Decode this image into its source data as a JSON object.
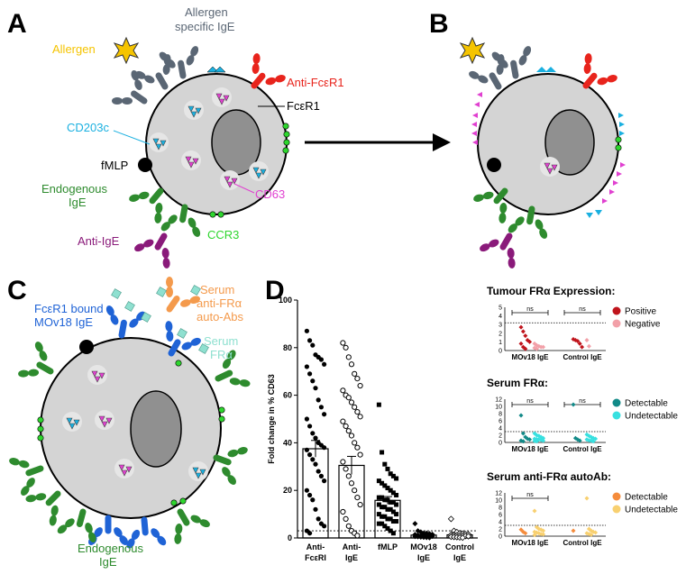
{
  "panels": {
    "a": "A",
    "b": "B",
    "c": "C",
    "d": "D"
  },
  "labels_a": {
    "allergen": "Allergen",
    "allergen_ige_1": "Allergen",
    "allergen_ige_2": "specific IgE",
    "anti_fcer1": "Anti-FcεR1",
    "fcer1": "FcεR1",
    "cd203c": "CD203c",
    "fmlp": "fMLP",
    "endo_ige_1": "Endogenous",
    "endo_ige_2": "IgE",
    "cd63": "CD63",
    "ccr3": "CCR3",
    "anti_ige": "Anti-IgE"
  },
  "labels_c": {
    "serum_auto_1": "Serum",
    "serum_auto_2": "anti-FRα",
    "serum_auto_3": "auto-Abs",
    "fcer1_bound_1": "FcεR1 bound",
    "fcer1_bound_2": "MOv18 IgE",
    "serum_fra_1": "Serum",
    "serum_fra_2": "FRα",
    "endo_ige_1": "Endogenous",
    "endo_ige_2": "IgE"
  },
  "colors": {
    "allergen": "#f5c400",
    "allergen_ige": "#5a6674",
    "anti_fcer1": "#e8241c",
    "cd203c": "#1ab0e0",
    "endogenous_ige": "#2e8b2e",
    "cd63": "#e040d0",
    "ccr3": "#2ed62e",
    "anti_ige": "#8a1a7a",
    "mov18": "#1f63d6",
    "serum_auto": "#f49a4c",
    "serum_fra": "#8fe0d0"
  },
  "chart_data": [
    {
      "type": "bar",
      "title": "",
      "ylabel": "Fold change in % CD63",
      "ylim": [
        0,
        100
      ],
      "yticks": [
        0,
        20,
        40,
        60,
        80,
        100
      ],
      "categories": [
        {
          "line1": "Anti-",
          "line2": "FcεRI"
        },
        {
          "line1": "Anti-",
          "line2": "IgE"
        },
        {
          "line1": "fMLP",
          "line2": ""
        },
        {
          "line1": "MOv18",
          "line2": "IgE"
        },
        {
          "line1": "Control",
          "line2": "IgE"
        }
      ],
      "means": [
        37.5,
        30.5,
        15.8,
        1.2,
        1.3
      ],
      "sem": [
        3.5,
        3.8,
        1.6,
        0.3,
        0.4
      ],
      "threshold": 3,
      "points": [
        [
          87,
          83,
          81,
          77,
          76,
          75,
          73,
          72,
          69,
          66,
          63,
          58,
          55,
          52,
          50,
          47,
          44,
          42,
          40,
          39,
          38,
          37,
          35,
          33,
          31,
          28,
          26,
          24,
          20,
          18,
          16,
          12,
          8,
          6,
          5,
          3,
          2
        ],
        [
          82,
          80,
          76,
          73,
          69,
          67,
          64,
          62,
          60,
          59,
          57,
          55,
          53,
          51,
          49,
          47,
          45,
          43,
          40,
          38,
          35,
          32,
          29,
          26,
          23,
          20,
          17,
          14,
          11,
          8,
          5,
          3,
          2,
          1
        ],
        [
          56,
          36,
          31,
          29,
          27,
          26,
          25,
          24,
          23,
          22,
          21,
          20,
          19,
          18,
          17,
          17,
          16,
          16,
          15,
          15,
          14,
          14,
          13,
          13,
          12,
          12,
          11,
          10,
          10,
          9,
          9,
          8,
          8,
          7,
          7,
          6,
          6,
          5,
          4,
          3,
          2
        ],
        [
          6,
          3,
          2.5,
          2,
          2,
          1.8,
          1.5,
          1.4,
          1.2,
          1,
          1,
          0.9,
          0.8,
          0.7,
          0.6,
          0.5,
          0.4,
          0.3,
          0.2,
          0.1
        ],
        [
          8,
          3,
          2.5,
          2,
          1.8,
          1.6,
          1.5,
          1.3,
          1.2,
          1.1,
          1,
          0.9,
          0.8,
          0.7,
          0.5,
          0.4,
          0.3,
          0.2,
          0.1
        ]
      ]
    },
    {
      "type": "scatter",
      "title": "Tumour FRα Expression:",
      "ylim": [
        0,
        5
      ],
      "yticks": [
        0,
        1,
        2,
        3,
        4,
        5
      ],
      "categories": [
        "MOv18 IgE",
        "Control IgE"
      ],
      "threshold": 3.2,
      "sig": [
        "ns",
        "ns"
      ],
      "series": [
        {
          "name": "Positive",
          "color": "#c0141c",
          "groups": [
            [
              2.7,
              2.2,
              1.7,
              1.2,
              1.0,
              0.8,
              0.4,
              0.2
            ],
            [
              1.3,
              1.2,
              1.1,
              0.8,
              0.4
            ]
          ]
        },
        {
          "name": "Negative",
          "color": "#f2a0a8",
          "groups": [
            [
              0.8,
              0.6,
              0.5,
              0.4,
              0.4,
              0.3,
              0.2
            ],
            [
              1.2,
              0.5
            ]
          ]
        }
      ]
    },
    {
      "type": "scatter",
      "title": "Serum FRα:",
      "ylim": [
        0,
        12
      ],
      "yticks": [
        0,
        2,
        4,
        6,
        8,
        10,
        12
      ],
      "categories": [
        "MOv18 IgE",
        "Control IgE"
      ],
      "threshold": 3,
      "sig": [
        "ns",
        "ns"
      ],
      "series": [
        {
          "name": "Detectable",
          "color": "#128a88",
          "groups": [
            [
              7.5,
              2.5,
              1.5,
              1,
              0.8,
              0.5,
              0.3
            ],
            [
              10.5,
              1.2,
              0.8,
              0.5
            ]
          ]
        },
        {
          "name": "Undetectable",
          "color": "#38e0e0",
          "groups": [
            [
              2.5,
              2,
              1.8,
              1.5,
              1.2,
              1,
              0.9,
              0.8,
              0.7,
              0.5,
              0.4,
              0.3
            ],
            [
              2.2,
              1.8,
              1.5,
              1.2,
              1,
              0.8,
              0.6,
              0.5,
              0.3
            ]
          ]
        }
      ]
    },
    {
      "type": "scatter",
      "title": "Serum anti-FRα autoAb:",
      "ylim": [
        0,
        12
      ],
      "yticks": [
        0,
        2,
        4,
        6,
        8,
        10,
        12
      ],
      "categories": [
        "MOv18 IgE",
        "Control IgE"
      ],
      "threshold": 3,
      "sig": [
        "ns"
      ],
      "series": [
        {
          "name": "Detectable",
          "color": "#f58c3c",
          "groups": [
            [
              1.8,
              1.2,
              0.8
            ],
            [
              1.5
            ]
          ]
        },
        {
          "name": "Undetectable",
          "color": "#f8d070",
          "groups": [
            [
              7,
              2.5,
              2,
              1.8,
              1.5,
              1.2,
              1,
              0.8,
              0.6,
              0.5,
              0.3
            ],
            [
              10.5,
              2,
              1.5,
              1.2,
              1,
              0.8,
              0.6,
              0.4
            ]
          ]
        }
      ]
    }
  ]
}
